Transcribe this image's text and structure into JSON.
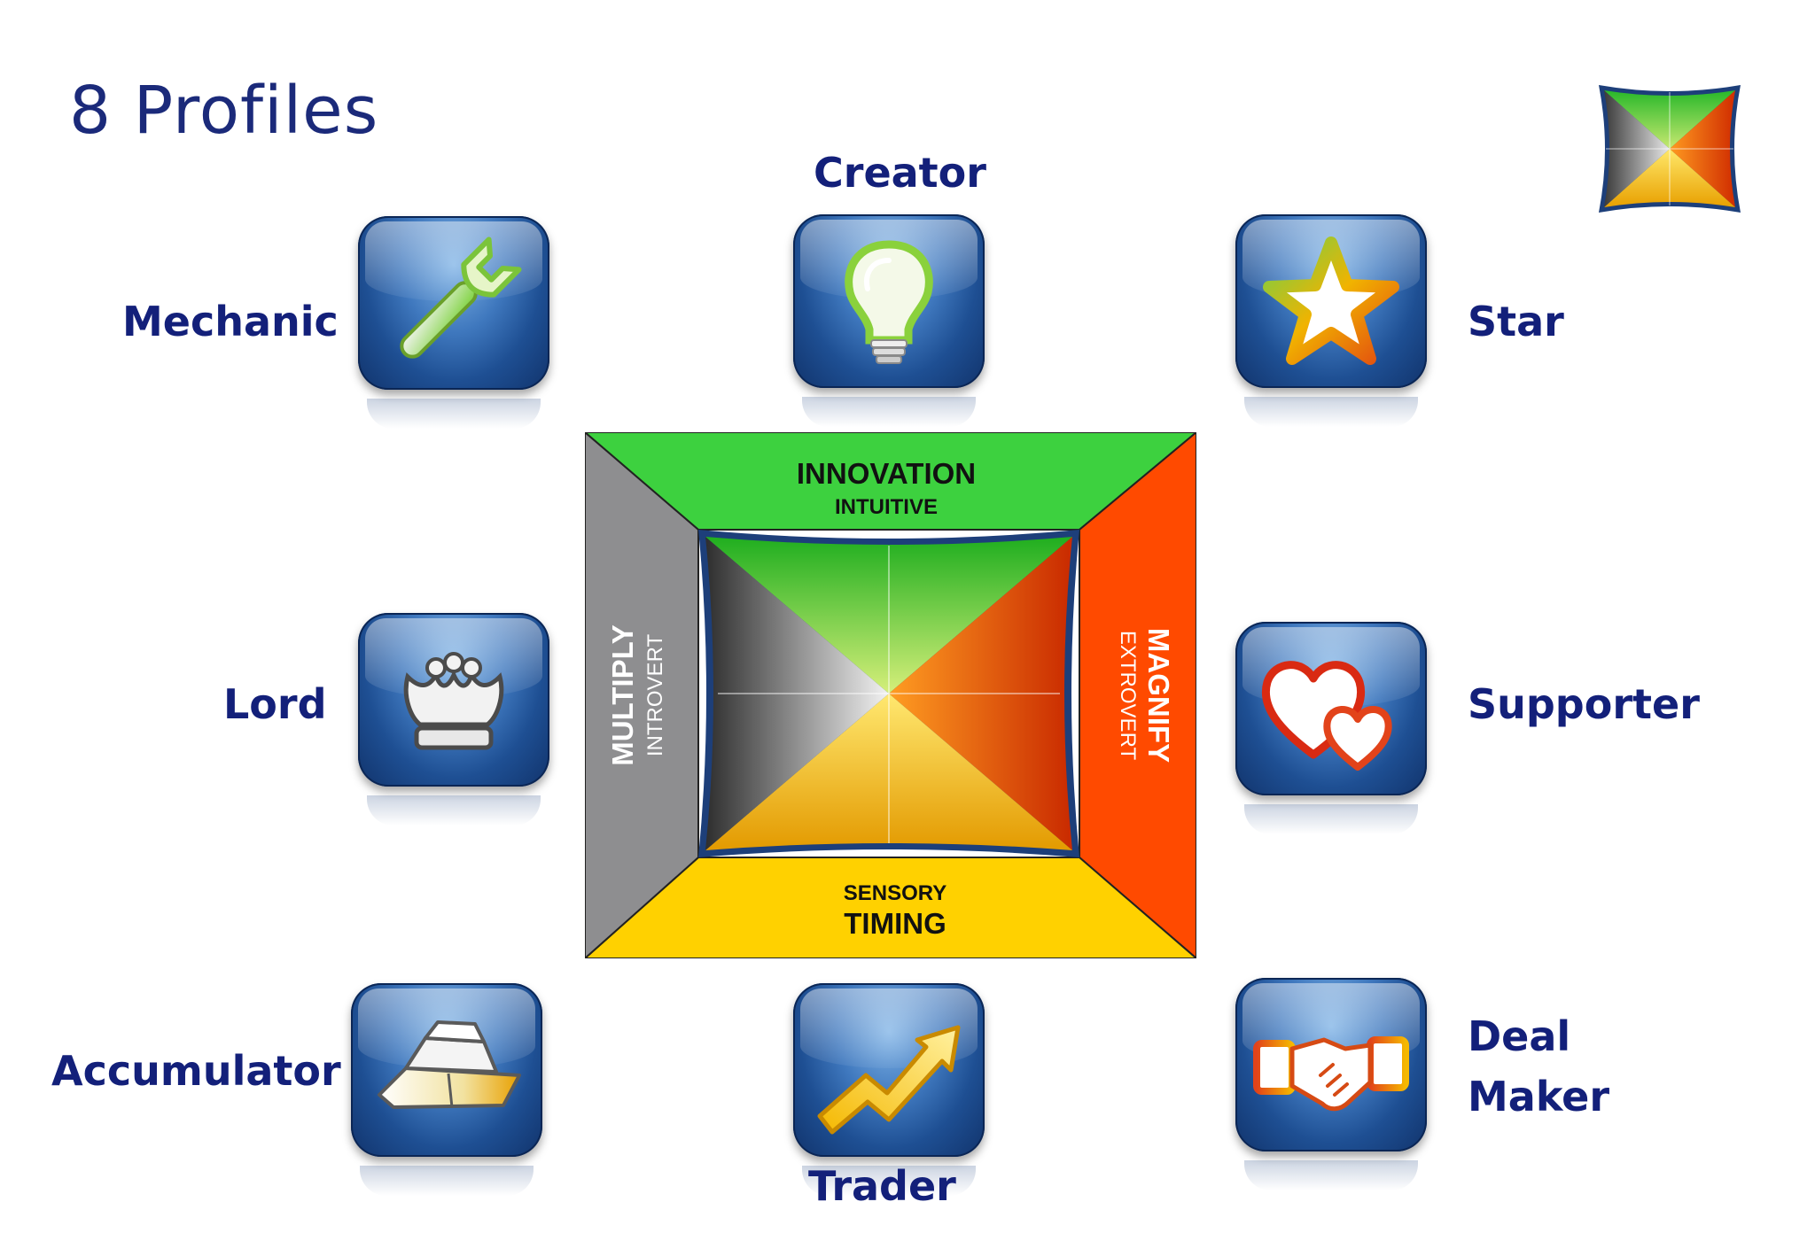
{
  "title": "8 Profiles",
  "profiles": {
    "mechanic": "Mechanic",
    "creator": "Creator",
    "star": "Star",
    "lord": "Lord",
    "supporter": "Supporter",
    "accumulator": "Accumulator",
    "trader": "Trader",
    "deal_maker_line1": "Deal",
    "deal_maker_line2": "Maker"
  },
  "icons": {
    "mechanic": "wrench-icon",
    "creator": "lightbulb-icon",
    "star": "star-icon",
    "lord": "crown-icon",
    "supporter": "hearts-icon",
    "accumulator": "gold-bars-icon",
    "trader": "rising-arrow-icon",
    "deal_maker": "handshake-icon"
  },
  "square": {
    "top_main": "INNOVATION",
    "top_sub": "INTUITIVE",
    "left_main": "MULTIPLY",
    "left_sub": "INTROVERT",
    "right_main": "MAGNIFY",
    "right_sub": "EXTROVERT",
    "bottom_main": "TIMING",
    "bottom_sub": "SENSORY"
  },
  "colors": {
    "title": "#1b2a7a",
    "label": "#13207a",
    "green": "#3dd13f",
    "orange": "#ff4a00",
    "yellow": "#ffd100",
    "gray": "#8e8e90",
    "tile_blue": "#1e4f93"
  }
}
